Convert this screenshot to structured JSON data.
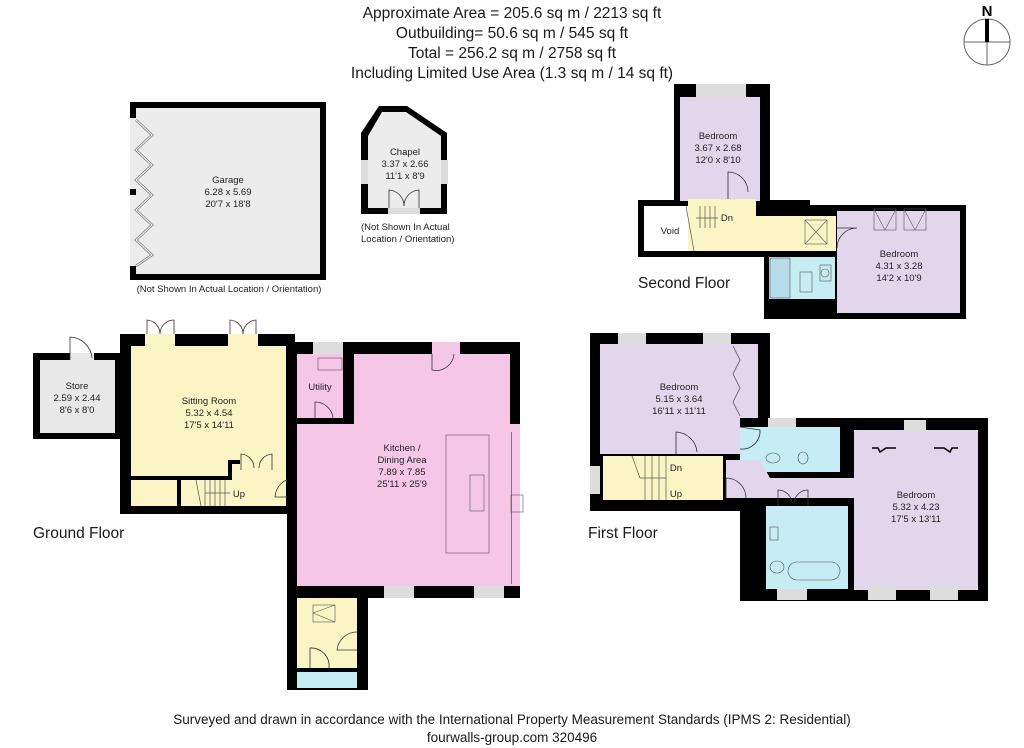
{
  "header": {
    "line1": "Approximate  Area = 205.6 sq m / 2213 sq ft",
    "line2": "Outbuilding= 50.6 sq m / 545 sq ft",
    "line3": "Total = 256.2 sq m / 2758 sq ft",
    "line4": "Including Limited Use Area (1.3 sq m / 14 sq ft)"
  },
  "compass": {
    "label": "N"
  },
  "colors": {
    "wall": "#000000",
    "kitchen": "#f6c6e6",
    "sitting": "#fbf5c6",
    "bedroom": "#e2d6ec",
    "bathroom": "#c6ecf4",
    "store": "#e8e8e8",
    "void": "#ffffff",
    "window": "#d8d8d8"
  },
  "outbuildings": {
    "garage": {
      "name": "Garage",
      "metric": "6.28 x 5.69",
      "imperial": "20'7 x 18'8",
      "note": "(Not Shown In Actual Location / Orientation)"
    },
    "chapel": {
      "name": "Chapel",
      "metric": "3.37 x 2.66",
      "imperial": "11'1 x 8'9",
      "note1": "(Not Shown In Actual",
      "note2": "Location / Orientation)"
    }
  },
  "floors": {
    "ground": {
      "label": "Ground Floor",
      "rooms": {
        "store": {
          "name": "Store",
          "metric": "2.59 x 2.44",
          "imperial": "8'6 x 8'0"
        },
        "sitting": {
          "name": "Sitting Room",
          "metric": "5.32 x 4.54",
          "imperial": "17'5 x 14'11"
        },
        "utility": {
          "name": "Utility"
        },
        "kitchen": {
          "name1": "Kitchen /",
          "name2": "Dining Area",
          "metric": "7.89 x 7.85",
          "imperial": "25'11 x 25'9"
        }
      },
      "stairs": {
        "label": "Up"
      }
    },
    "first": {
      "label": "First Floor",
      "rooms": {
        "bedroom1": {
          "name": "Bedroom",
          "metric": "5.15 x 3.64",
          "imperial": "16'11 x 11'11"
        },
        "bedroom2": {
          "name": "Bedroom",
          "metric": "5.32 x 4.23",
          "imperial": "17'5 x 13'11"
        }
      },
      "stairs": {
        "down": "Dn",
        "up": "Up"
      }
    },
    "second": {
      "label": "Second Floor",
      "rooms": {
        "bedroom1": {
          "name": "Bedroom",
          "metric": "3.67 x 2.68",
          "imperial": "12'0 x 8'10"
        },
        "bedroom2": {
          "name": "Bedroom",
          "metric": "4.31 x 3.28",
          "imperial": "14'2 x 10'9"
        },
        "void": {
          "name": "Void"
        }
      },
      "stairs": {
        "down": "Dn"
      }
    }
  },
  "footer": {
    "line1": "Surveyed and drawn in accordance with the International Property Measurement Standards (IPMS 2: Residential)",
    "line2": "fourwalls-group.com 320496"
  }
}
